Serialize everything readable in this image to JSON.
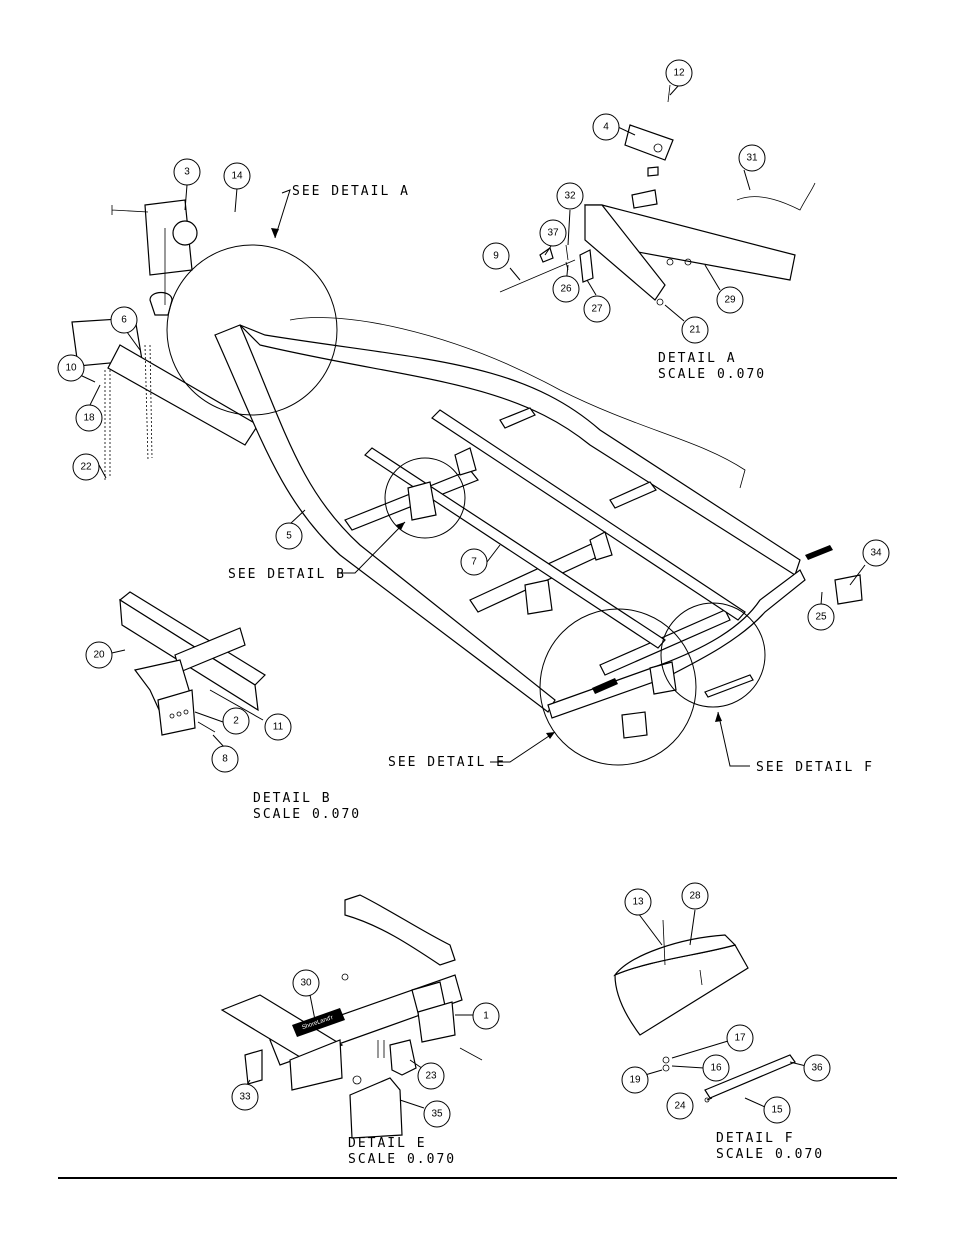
{
  "callouts": {
    "see_a": "SEE DETAIL  A",
    "see_b": "SEE DETAIL  B",
    "see_e": "SEE DETAIL  E",
    "see_f": "SEE DETAIL  F"
  },
  "details": {
    "a": {
      "title": "DETAIL  A",
      "scale": "SCALE  0.070"
    },
    "b": {
      "title": "DETAIL  B",
      "scale": "SCALE  0.070"
    },
    "e": {
      "title": "DETAIL  E",
      "scale": "SCALE  0.070"
    },
    "f": {
      "title": "DETAIL  F",
      "scale": "SCALE  0.070"
    }
  },
  "decal_text": "ShoreLand'r",
  "balloons": {
    "b1": "1",
    "b2": "2",
    "b3": "3",
    "b4": "4",
    "b5": "5",
    "b6": "6",
    "b7": "7",
    "b8": "8",
    "b9": "9",
    "b10": "10",
    "b11": "11",
    "b12": "12",
    "b13": "13",
    "b14": "14",
    "b15": "15",
    "b16": "16",
    "b17": "17",
    "b18": "18",
    "b19": "19",
    "b20": "20",
    "b21": "21",
    "b22": "22",
    "b23": "23",
    "b24": "24",
    "b25": "25",
    "b26": "26",
    "b27": "27",
    "b28": "28",
    "b29": "29",
    "b30": "30",
    "b31": "31",
    "b32": "32",
    "b33": "33",
    "b34": "34",
    "b35": "35",
    "b36": "36",
    "b37": "37"
  }
}
